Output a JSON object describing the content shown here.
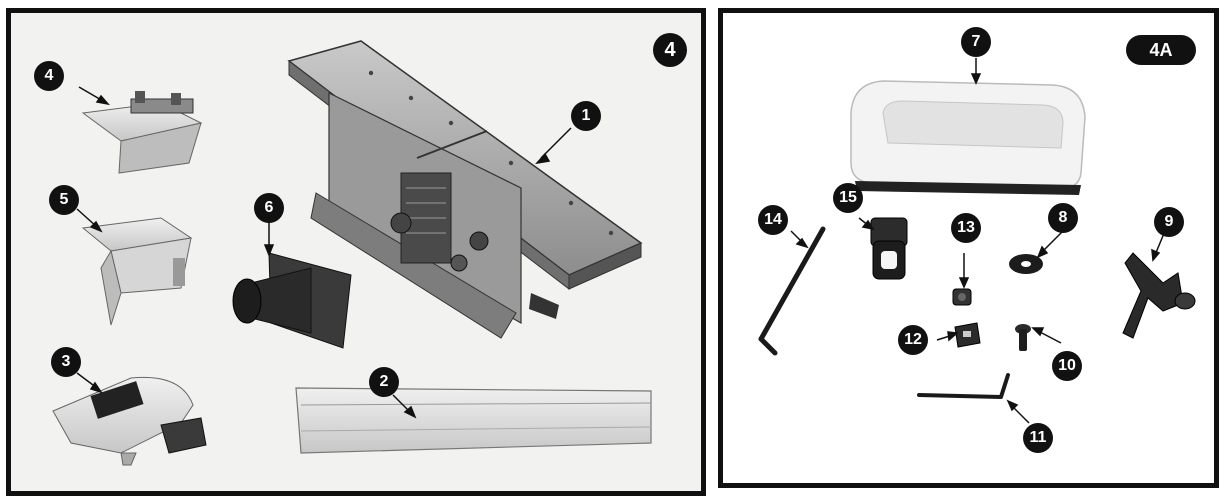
{
  "figures": {
    "left_label": "4",
    "right_label": "4A"
  },
  "callouts_left": [
    "1",
    "2",
    "3",
    "4",
    "5",
    "6"
  ],
  "callouts_right": [
    "7",
    "8",
    "9",
    "10",
    "11",
    "12",
    "13",
    "14",
    "15"
  ]
}
